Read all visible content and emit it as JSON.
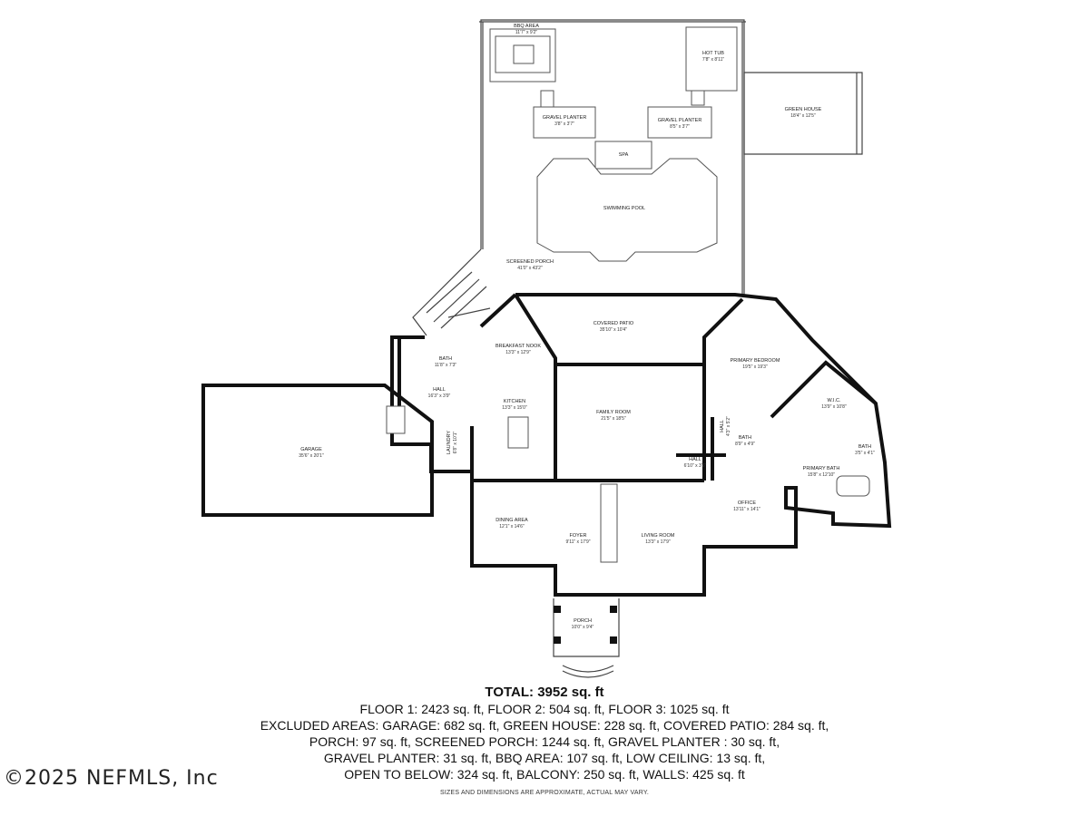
{
  "rooms": [
    {
      "id": "bbq-area",
      "name": "BBQ AREA",
      "dims": "11'7\" x 9'2\""
    },
    {
      "id": "hot-tub",
      "name": "HOT TUB",
      "dims": "7'8\" x 8'11\""
    },
    {
      "id": "green-house",
      "name": "GREEN HOUSE",
      "dims": "18'4\" x 12'5\""
    },
    {
      "id": "gravel-planter-left",
      "name": "GRAVEL PLANTER",
      "dims": "3'8\" x 3'7\""
    },
    {
      "id": "gravel-planter-right",
      "name": "GRAVEL PLANTER",
      "dims": "8'5\" x 3'7\""
    },
    {
      "id": "spa",
      "name": "SPA",
      "dims": ""
    },
    {
      "id": "swimming-pool",
      "name": "SWIMMING POOL",
      "dims": ""
    },
    {
      "id": "screened-porch",
      "name": "SCREENED PORCH",
      "dims": "41'0\" x 43'2\""
    },
    {
      "id": "covered-patio",
      "name": "COVERED PATIO",
      "dims": "35'10\" x 10'4\""
    },
    {
      "id": "breakfast-nook",
      "name": "BREAKFAST NOOK",
      "dims": "13'3\" x 12'9\""
    },
    {
      "id": "primary-bedroom",
      "name": "PRIMARY BEDROOM",
      "dims": "19'5\" x 19'3\""
    },
    {
      "id": "bath-1",
      "name": "BATH",
      "dims": "11'8\" x 7'3\""
    },
    {
      "id": "hall-1",
      "name": "HALL",
      "dims": "16'3\" x 3'9\""
    },
    {
      "id": "kitchen",
      "name": "KITCHEN",
      "dims": "13'3\" x 15'0\""
    },
    {
      "id": "family-room",
      "name": "FAMILY ROOM",
      "dims": "21'5\" x 18'5\""
    },
    {
      "id": "wic",
      "name": "W.I.C.",
      "dims": "13'9\" x 10'8\""
    },
    {
      "id": "garage",
      "name": "GARAGE",
      "dims": "35'6\" x 20'1\""
    },
    {
      "id": "laundry",
      "name": "LAUNDRY",
      "dims": "6'8\" x 10'1\""
    },
    {
      "id": "hall-2",
      "name": "HALL",
      "dims": "4'3\" x 5'2\""
    },
    {
      "id": "bath-2",
      "name": "BATH",
      "dims": "8'9\" x 4'9\""
    },
    {
      "id": "bath-3",
      "name": "BATH",
      "dims": "3'5\" x 4'1\""
    },
    {
      "id": "hall-3",
      "name": "HALL",
      "dims": "6'10\" x 3'6\""
    },
    {
      "id": "primary-bath",
      "name": "PRIMARY BATH",
      "dims": "15'8\" x 12'10\""
    },
    {
      "id": "office",
      "name": "OFFICE",
      "dims": "13'11\" x 14'1\""
    },
    {
      "id": "dining-area",
      "name": "DINING AREA",
      "dims": "12'1\" x 14'6\""
    },
    {
      "id": "foyer",
      "name": "FOYER",
      "dims": "9'11\" x 17'9\""
    },
    {
      "id": "living-room",
      "name": "LIVING ROOM",
      "dims": "13'3\" x 17'9\""
    },
    {
      "id": "porch",
      "name": "PORCH",
      "dims": "10'0\" x 9'4\""
    }
  ],
  "summary": {
    "total": "TOTAL: 3952 sq. ft",
    "lines": [
      "FLOOR 1: 2423 sq. ft, FLOOR 2: 504 sq. ft, FLOOR 3: 1025 sq. ft",
      "EXCLUDED AREAS: GARAGE: 682 sq. ft, GREEN HOUSE: 228 sq. ft, COVERED PATIO: 284 sq. ft,",
      "PORCH: 97 sq. ft, SCREENED PORCH: 1244 sq. ft, GRAVEL PLANTER : 30 sq. ft,",
      "GRAVEL PLANTER: 31 sq. ft, BBQ AREA: 107 sq. ft, LOW CEILING: 13 sq. ft,",
      "OPEN TO BELOW: 324 sq. ft, BALCONY: 250 sq. ft, WALLS: 425 sq. ft"
    ]
  },
  "disclaimer": "SIZES AND DIMENSIONS ARE APPROXIMATE, ACTUAL MAY VARY.",
  "copyright": "©2025 NEFMLS, Inc"
}
